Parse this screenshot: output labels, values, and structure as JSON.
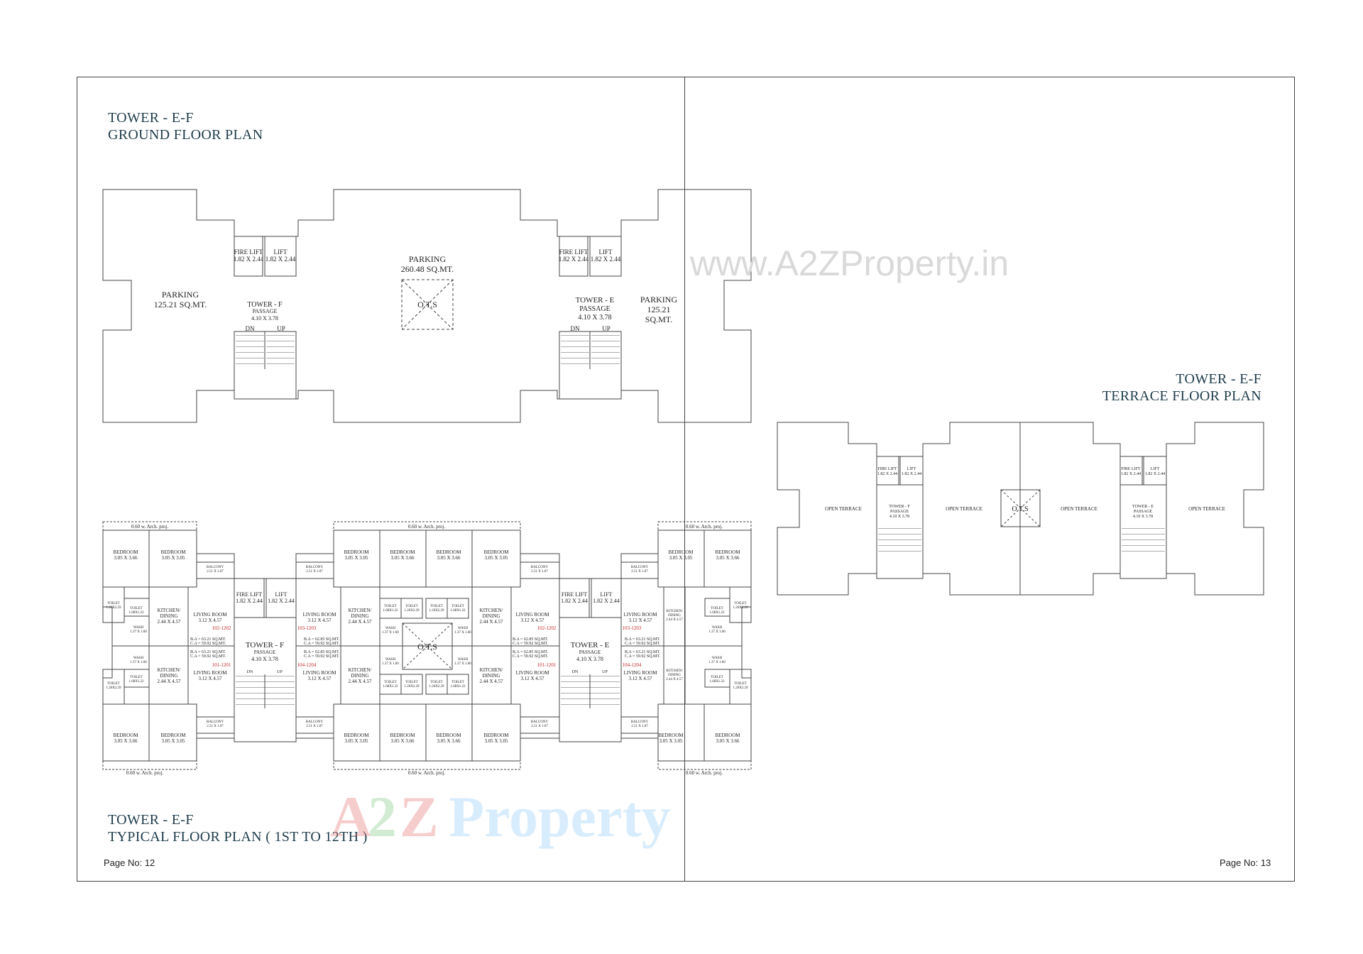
{
  "watermarks": {
    "url": "www.A2ZProperty.in",
    "logo_parts": [
      "A",
      "2",
      "Z",
      "Property"
    ],
    "colors": {
      "a": "#e57373",
      "two": "#81c784",
      "z": "#e57373",
      "property": "#90caf9"
    }
  },
  "pages": {
    "left_page_no": "Page No: 12",
    "right_page_no": "Page No: 13"
  },
  "ground_floor": {
    "title_line1": "TOWER - E-F",
    "title_line2": "GROUND FLOOR PLAN",
    "parking_left": {
      "label": "PARKING",
      "area": "125.21 SQ.MT."
    },
    "parking_center": {
      "label": "PARKING",
      "area": "260.48 SQ.MT."
    },
    "parking_right": {
      "label": "PARKING",
      "area1": "125.21",
      "area2": "SQ.MT."
    },
    "ots": "O.T.S",
    "fire_lift": "FIRE LIFT",
    "lift": "LIFT",
    "lift_size": "1.82 X 2.44",
    "tower_f": {
      "name": "TOWER - F",
      "passage": "PASSAGE",
      "size": "4.10 X 3.78"
    },
    "tower_e": {
      "name": "TOWER - E",
      "passage": "PASSAGE",
      "size": "4.10 X 3.78"
    },
    "dn": "DN",
    "up": "UP"
  },
  "terrace_floor": {
    "title_line1": "TOWER - E-F",
    "title_line2": "TERRACE FLOOR PLAN",
    "open_terrace": "OPEN TERRACE",
    "ots": "O.T.S",
    "fire_lift": "FIRE LIFT",
    "lift": "LIFT",
    "lift_size": "1.82 X 2.44",
    "tower_f": {
      "name": "TOWER - F",
      "passage": "PASSAGE",
      "size": "4.10 X 3.78"
    },
    "tower_e": {
      "name": "TOWER - E",
      "passage": "PASSAGE",
      "size": "4.10 X 3.78"
    }
  },
  "typical_floor": {
    "title_line1": "TOWER - E-F",
    "title_line2": "TYPICAL FLOOR PLAN ( 1ST TO 12TH )",
    "arch_proj": "0.60 w. Arch. proj.",
    "bedroom": "BEDROOM",
    "bed_size_a": "3.05 X 3.66",
    "bed_size_b": "3.05 X 3.05",
    "balcony": "BALCONY",
    "balcony_size": "2.51 X 1.07",
    "kitchen": "KITCHEN/",
    "dining": "DINING",
    "kitchen_size": "2.44 X 4.57",
    "living": "LIVING ROOM",
    "living_size": "3.12 X 4.57",
    "toilet": "TOILET",
    "toilet_size_a": "1.68X1.22",
    "toilet_size_b": "1.26X2.29",
    "wash": "WASH",
    "wash_size": "1.37 X 1.60",
    "ba_a": "B.A = 63.21 SQ.MT.",
    "ca_a": "C.A = 59.92 SQ.MT.",
    "ba_b": "B.A = 62.85 SQ.MT.",
    "ca_b": "C.A = 59.92 SQ.MT.",
    "flat_102": "102-1202",
    "flat_101": "101-1201",
    "flat_103": "103-1203",
    "flat_104": "104-1204",
    "ots": "O.T.S",
    "fire_lift": "FIRE LIFT",
    "lift": "LIFT",
    "lift_size": "1.82 X 2.44",
    "tower_f": {
      "name": "TOWER - F",
      "passage": "PASSAGE",
      "size": "4.10 X 3.78"
    },
    "tower_e": {
      "name": "TOWER - E",
      "passage": "PASSAGE",
      "size": "4.10 X 3.78"
    },
    "dn": "DN",
    "up": "UP"
  }
}
